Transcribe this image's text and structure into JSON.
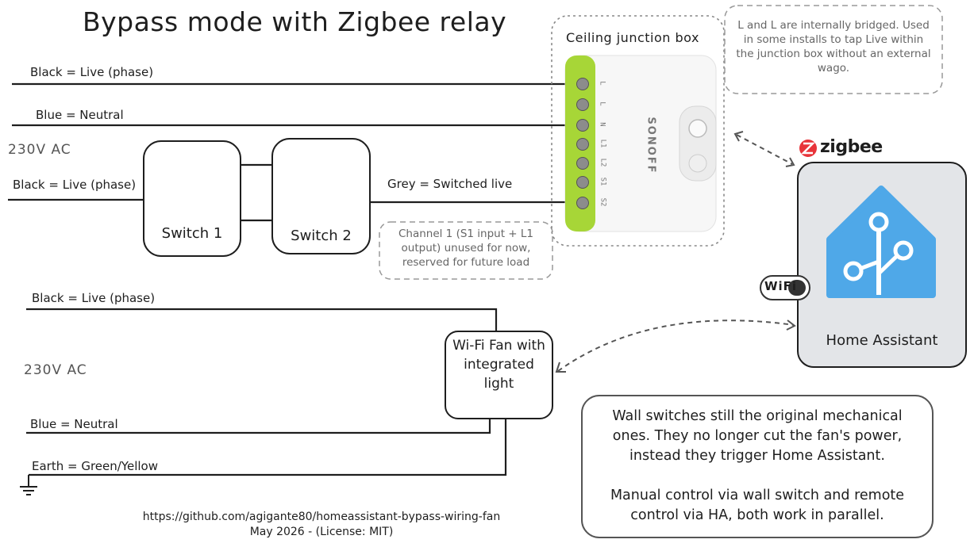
{
  "title": "Bypass mode with Zigbee relay",
  "supply_label": "230V AC",
  "top_circuit": {
    "wire_black": "Black = Live (phase)",
    "wire_blue": "Blue = Neutral",
    "wire_black_switch": "Black = Live (phase)",
    "wire_grey": "Grey = Switched live",
    "switch1": "Switch 1",
    "switch2": "Switch 2"
  },
  "junction_box": {
    "label": "Ceiling junction box",
    "terminals": [
      "L",
      "L",
      "N",
      "L1",
      "L2",
      "S1",
      "S2"
    ],
    "brand": "SONOFF"
  },
  "notes": {
    "bridge_note": "L and L are internally bridged. Used in some installs to tap Live within the junction box without an external wago.",
    "channel_note": "Channel 1 (S1 input + L1 output) unused for now, reserved for future load",
    "summary_line1": "Wall switches still the original mechanical ones. They no longer cut the fan's power, instead they trigger Home Assistant.",
    "summary_line2": "Manual control via wall switch and remote control via HA, both work in parallel."
  },
  "zigbee": {
    "label": "zigbee"
  },
  "wifi": {
    "label": "WiFi"
  },
  "home_assistant": {
    "label": "Home Assistant",
    "color": "#4fa8e8"
  },
  "bottom_circuit": {
    "supply_label": "230V AC",
    "wire_black": "Black = Live (phase)",
    "wire_blue": "Blue = Neutral",
    "wire_earth": "Earth = Green/Yellow",
    "fan_label": "Wi-Fi Fan with integrated light"
  },
  "footer": {
    "url": "https://github.com/agigante80/homeassistant-bypass-wiring-fan",
    "date": "May 2026 - (License: MIT)"
  },
  "colors": {
    "relay_green": "#a7d637",
    "ha_blue": "#4fa8e8",
    "zigbee_red": "#e8343a"
  }
}
